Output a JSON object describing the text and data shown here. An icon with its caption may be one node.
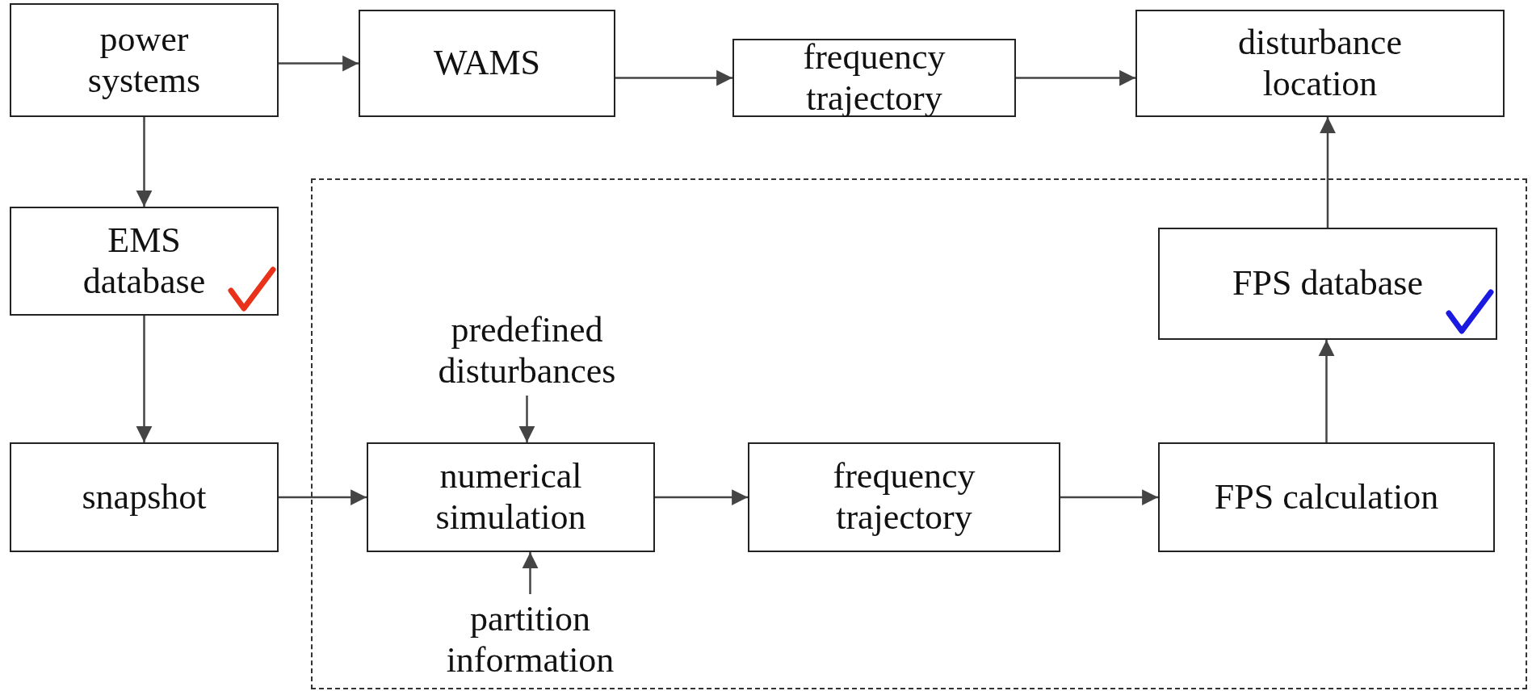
{
  "diagram": {
    "nodes": [
      {
        "text": [
          "power systems"
        ]
      },
      {
        "text": [
          "WAMS"
        ]
      },
      {
        "text": [
          "frequency trajectory"
        ]
      },
      {
        "text": [
          "disturbance location"
        ]
      },
      {
        "text": [],
        "shape": "box"
      },
      {
        "text": [
          "EMS database"
        ]
      },
      {
        "text": [
          "FPS database"
        ],
        "in": 4
      },
      {
        "text": [
          "predefined disturbances"
        ],
        "in": 4
      },
      {
        "text": [
          "snapshot"
        ]
      },
      {
        "text": [
          "numerical simulation"
        ],
        "in": 4
      },
      {
        "text": [
          "frequency trajectory"
        ],
        "in": 4
      },
      {
        "text": [
          "FPS calculation"
        ],
        "in": 4
      },
      {
        "text": [
          "partition information"
        ],
        "in": 4
      }
    ],
    "edges": [
      {
        "from": 0,
        "to": 1,
        "arrow": "to"
      },
      {
        "from": 1,
        "to": 2,
        "arrow": "to"
      },
      {
        "from": 2,
        "to": 3,
        "arrow": "to"
      },
      {
        "from": 0,
        "to": 5,
        "arrow": "to"
      },
      {
        "from": 5,
        "to": 8,
        "arrow": "to"
      },
      {
        "from": 8,
        "to": 9,
        "arrow": "to"
      },
      {
        "from": 9,
        "to": 10,
        "arrow": "to"
      },
      {
        "from": 10,
        "to": 11,
        "arrow": "to"
      },
      {
        "from": 11,
        "to": 6,
        "arrow": "to"
      },
      {
        "from": 6,
        "to": 3,
        "arrow": "to"
      },
      {
        "from": 7,
        "to": 9,
        "arrow": "to"
      },
      {
        "from": 12,
        "to": 9,
        "arrow": "to"
      }
    ]
  }
}
